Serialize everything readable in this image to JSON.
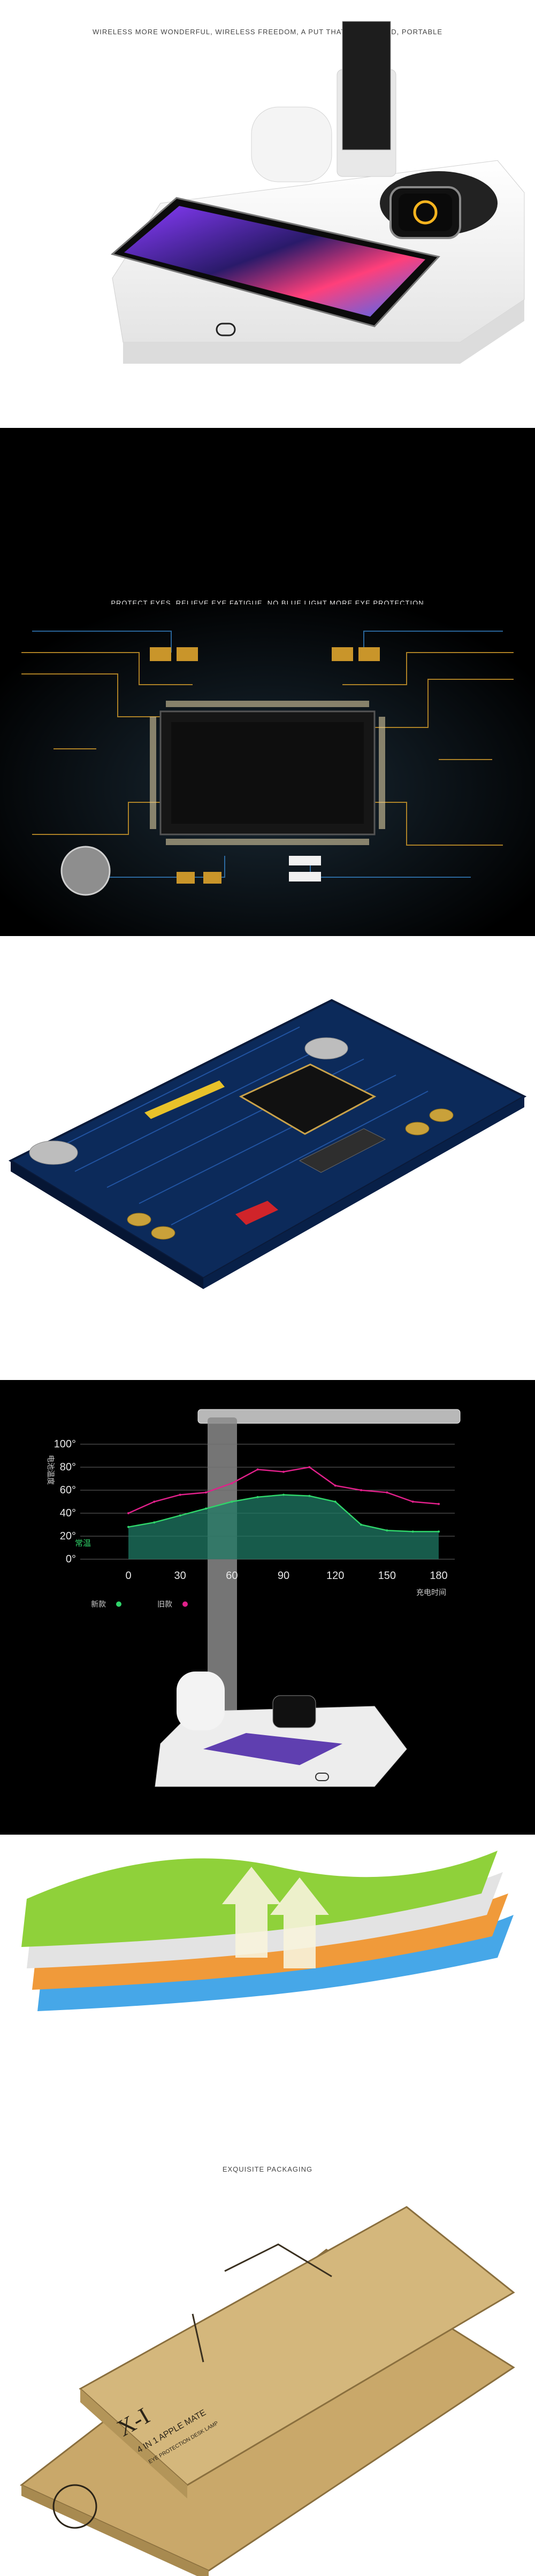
{
  "section1": {
    "tagline": "WIRELESS MORE WONDERFUL, WIRELESS FREEDOM, A PUT THAT IS CHARGED, PORTABLE"
  },
  "section2": {
    "tagline": "PROTECT EYES, RELIEVE EYE FATIGUE, NO BLUE LIGHT MORE EYE PROTECTION"
  },
  "section4": {
    "y_axis_title": "电池温度",
    "x_axis_title": "充电时间",
    "normal_label": "常温",
    "legend_new": "新款",
    "legend_old": "旧款",
    "colors": {
      "new": "#2fd46a",
      "old": "#e0208a"
    }
  },
  "section5": {
    "tagline": "EXQUISITE PACKAGING",
    "box_brand": "X-I",
    "box_product": "4 IN 1 APPLE MATE",
    "box_sub": "EYE PROTECTION DESK LAMP"
  },
  "chart_data": {
    "type": "line",
    "ylabel": "电池温度",
    "xlabel": "充电时间",
    "y_ticks": [
      "0°",
      "20°",
      "40°",
      "60°",
      "80°",
      "100°"
    ],
    "x_ticks": [
      "0",
      "30",
      "60",
      "90",
      "120",
      "150",
      "180"
    ],
    "xlim": [
      0,
      180
    ],
    "ylim": [
      0,
      100
    ],
    "series": [
      {
        "name": "新款",
        "x": [
          0,
          15,
          30,
          45,
          60,
          75,
          90,
          105,
          120,
          135,
          150,
          165,
          180
        ],
        "y": [
          28,
          32,
          38,
          44,
          50,
          54,
          56,
          55,
          50,
          30,
          25,
          24,
          24
        ]
      },
      {
        "name": "旧款",
        "x": [
          0,
          15,
          30,
          45,
          60,
          75,
          90,
          105,
          120,
          135,
          150,
          165,
          180
        ],
        "y": [
          40,
          50,
          56,
          58,
          66,
          78,
          76,
          80,
          64,
          60,
          58,
          50,
          48
        ]
      }
    ]
  }
}
